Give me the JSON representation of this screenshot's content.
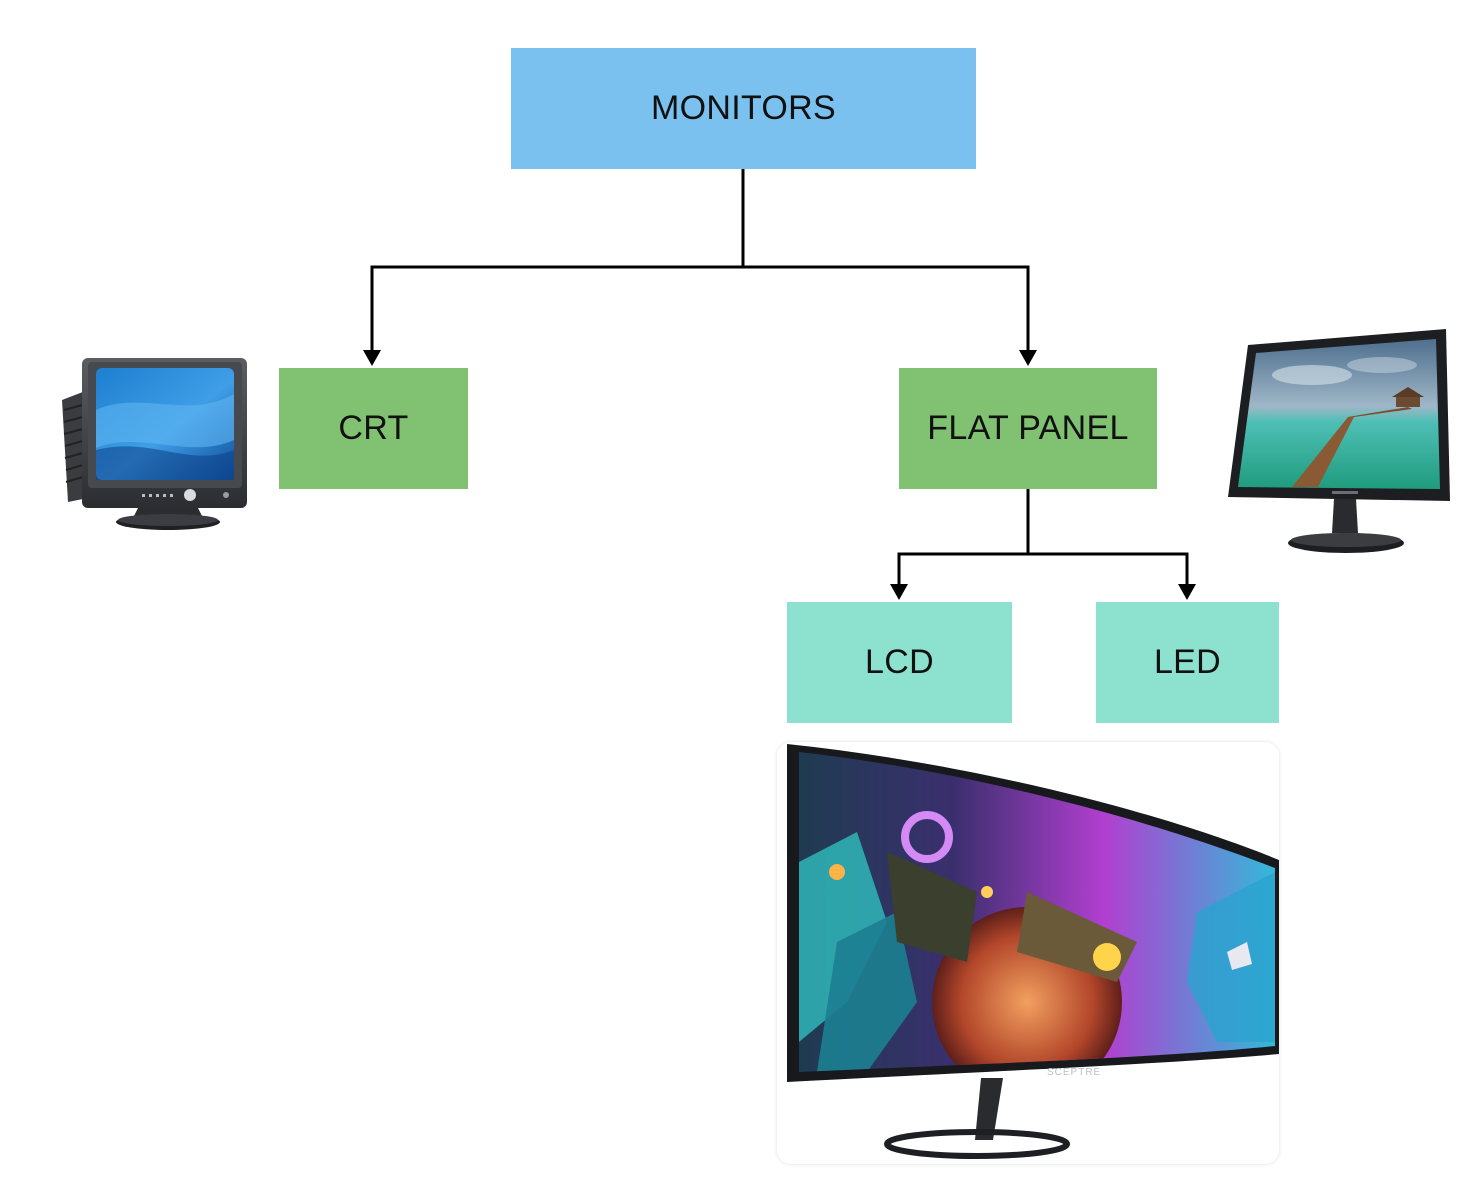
{
  "diagram": {
    "root": {
      "label": "MONITORS",
      "color": "#7ac1f0"
    },
    "level1": [
      {
        "label": "CRT",
        "color": "#80c172"
      },
      {
        "label": "FLAT PANEL",
        "color": "#80c172"
      }
    ],
    "level2": [
      {
        "label": "LCD",
        "color": "#8de2cf"
      },
      {
        "label": "LED",
        "color": "#8de2cf"
      }
    ],
    "edges": [
      [
        "MONITORS",
        "CRT"
      ],
      [
        "MONITORS",
        "FLAT PANEL"
      ],
      [
        "FLAT PANEL",
        "LCD"
      ],
      [
        "FLAT PANEL",
        "LED"
      ]
    ]
  },
  "images": {
    "crt_monitor": {
      "icon": "crt-monitor-icon"
    },
    "flat_panel_monitor": {
      "icon": "flat-panel-monitor-icon"
    },
    "curved_monitor": {
      "icon": "curved-monitor-icon",
      "brand": "SCEPTRE"
    }
  }
}
